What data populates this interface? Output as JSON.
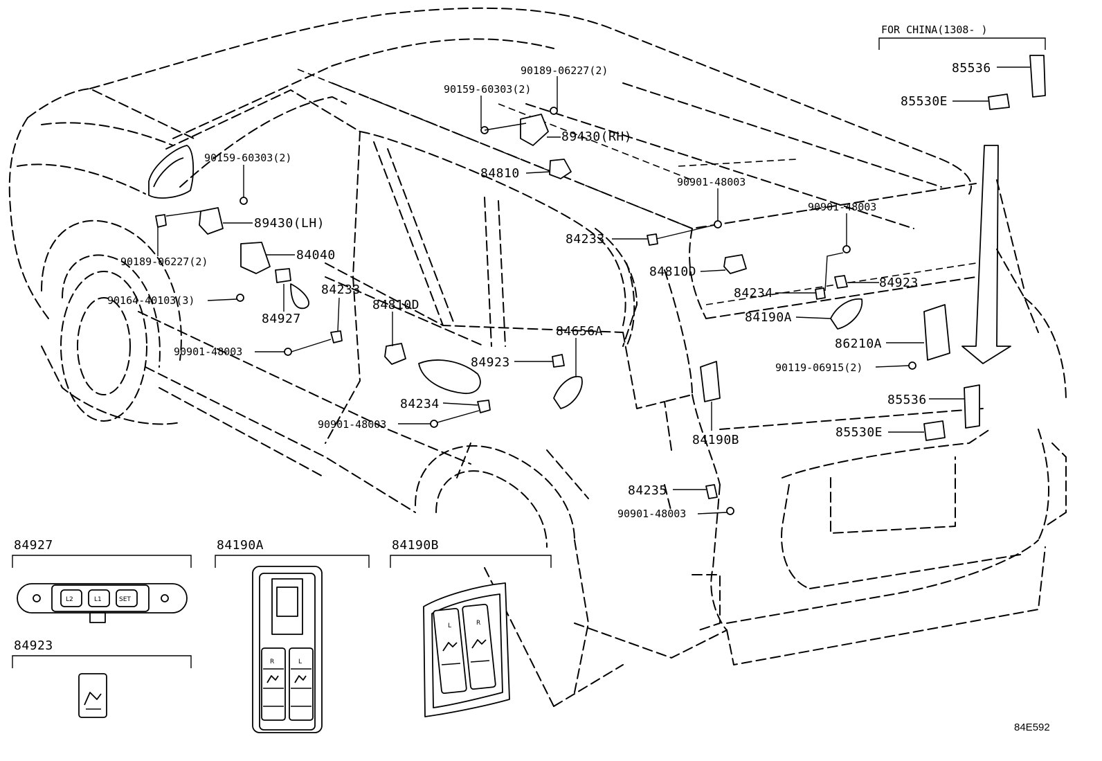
{
  "labels": {
    "for_china": "FOR CHINA(1308-      )",
    "p85536_top": "85536",
    "p85530e_top": "85530E",
    "p90189_rh": "90189-06227(2)",
    "p90159_rh": "90159-60303(2)",
    "p89430_rh": "89430(RH)",
    "p84810_top": "84810",
    "p90159_lh": "90159-60303(2)",
    "p89430_lh": "89430(LH)",
    "p90189_lh": "90189-06227(2)",
    "p84040": "84040",
    "p90164": "90164-40103(3)",
    "p84927_main": "84927",
    "p84233_left": "84233",
    "p90901_left": "90901-48003",
    "p84810d_center": "84810D",
    "p84233_top": "84233",
    "p90901_top": "90901-48003",
    "p84810d_right": "84810D",
    "p90901_right": "90901-48003",
    "p84234_right": "84234",
    "p84923_right": "84923",
    "p84190a_main": "84190A",
    "p84656a": "84656A",
    "p84923_center": "84923",
    "p86210a": "86210A",
    "p90119": "90119-06915(2)",
    "p84234_center": "84234",
    "p90901_center": "90901-48003",
    "p85536_main": "85536",
    "p85530e_main": "85530E",
    "p84190b_main": "84190B",
    "p84235": "84235",
    "p90901_bottom": "90901-48003"
  },
  "insets": {
    "i84927": "84927",
    "i84923": "84923",
    "i84190a": "84190A",
    "i84190b": "84190B"
  },
  "switch_text": {
    "l2": "L2",
    "l1": "L1",
    "set": "SET",
    "r": "R",
    "l": "L"
  },
  "sheet_code": "84E592"
}
